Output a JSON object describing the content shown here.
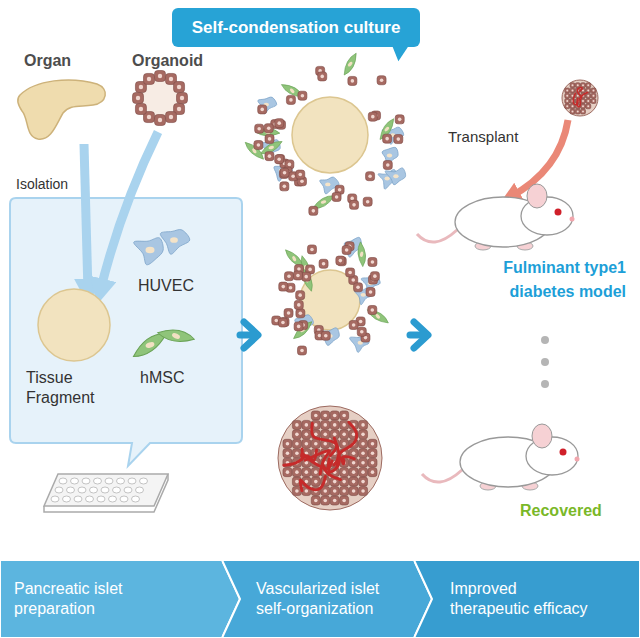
{
  "diagram": {
    "nodes": [
      {
        "text": [
          "Self-condensation culture"
        ]
      },
      {
        "text": [
          "Tissue Fragment",
          "HUVEC",
          "hMSC"
        ]
      },
      {
        "text": [
          "Pancreatic islet preparation"
        ]
      },
      {
        "text": [
          "Vascularized islet self-organization"
        ]
      },
      {
        "text": [
          "Improved therapeutic efficacy"
        ]
      }
    ],
    "labels": [
      "Organ",
      "Organoid",
      "Isolation",
      "Transplant",
      "Fulminant type1 diabetes model",
      "Recovered"
    ]
  }
}
